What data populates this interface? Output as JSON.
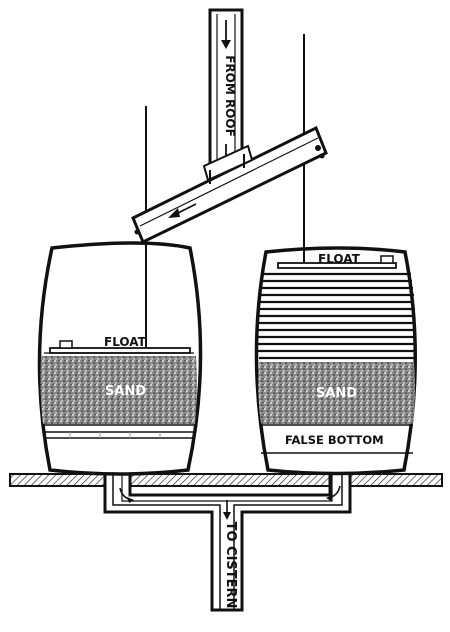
{
  "labels": {
    "from_roof": "FROM ROOF",
    "float_left": "FLOAT",
    "float_right": "FLOAT",
    "sand_left": "SAND",
    "sand_right": "SAND",
    "false_bottom": "FALSE BOTTOM",
    "to_cistern": "TO CISTERN"
  },
  "colors": {
    "ink": "#111111",
    "paper": "#ffffff",
    "sand": "#555555"
  }
}
